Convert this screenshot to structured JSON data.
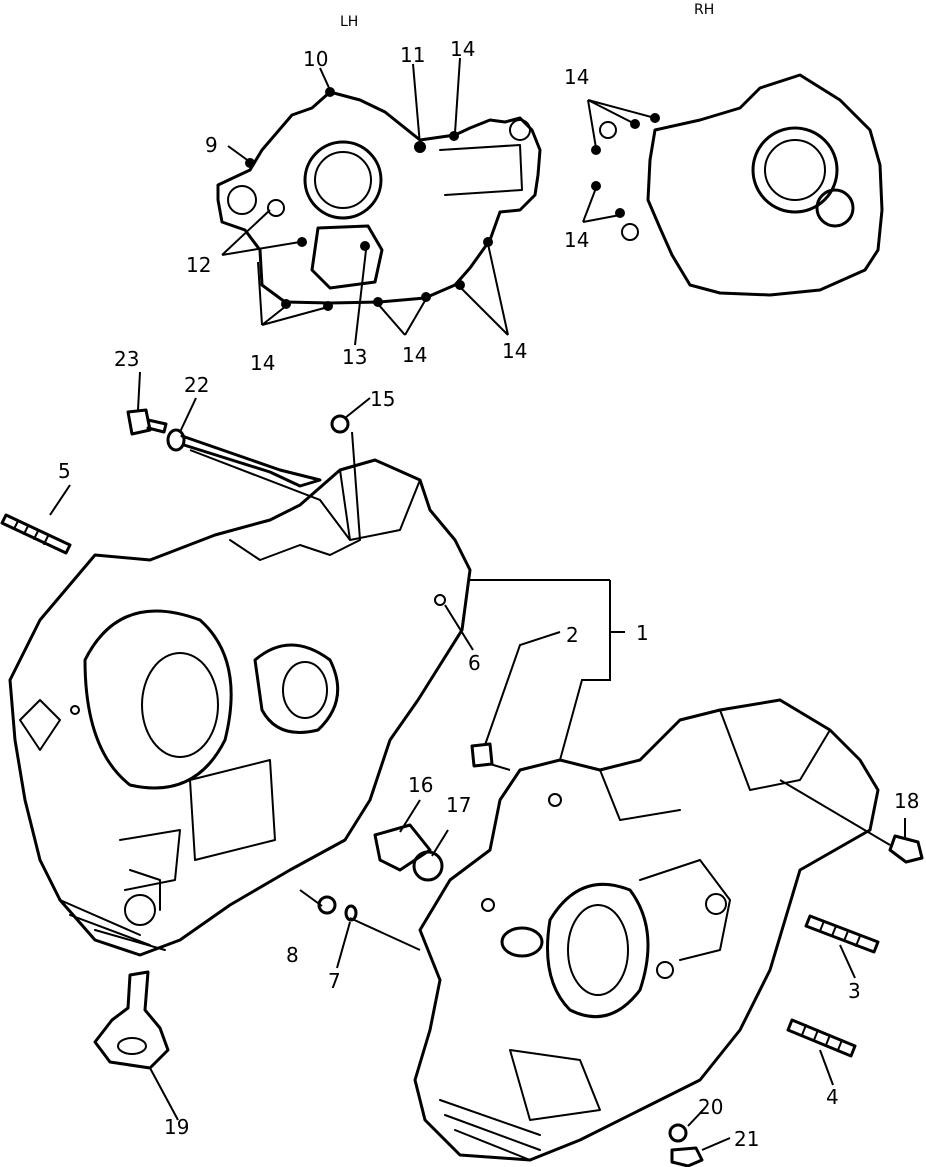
{
  "headers": {
    "lh": "LH",
    "rh": "RH"
  },
  "labels": {
    "l1": "1",
    "l2": "2",
    "l3": "3",
    "l4": "4",
    "l5": "5",
    "l6": "6",
    "l7": "7",
    "l8": "8",
    "l9": "9",
    "l10": "10",
    "l11": "11",
    "l12": "12",
    "l13": "13",
    "l14a": "14",
    "l14b": "14",
    "l14c": "14",
    "l14d": "14",
    "l14e": "14",
    "l14f": "14",
    "l15": "15",
    "l16": "16",
    "l17": "17",
    "l18": "18",
    "l19": "19",
    "l20": "20",
    "l21": "21",
    "l22": "22",
    "l23": "23"
  }
}
